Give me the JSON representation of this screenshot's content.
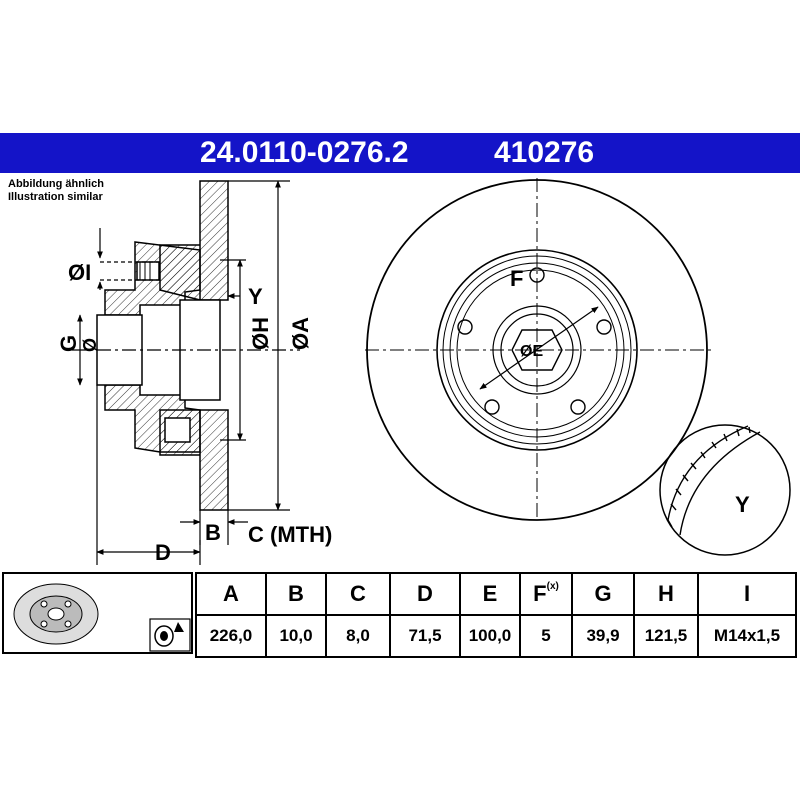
{
  "header": {
    "part_number": "24.0110-0276.2",
    "short_number": "410276"
  },
  "note": {
    "line1": "Abbildung ähnlich",
    "line2": "Illustration similar"
  },
  "labels": {
    "dim_i": "ØI",
    "dim_y": "Y",
    "dim_g": "G",
    "dim_g_sym": "Ø",
    "dim_h": "ØH",
    "dim_a": "ØA",
    "dim_b": "B",
    "dim_c": "C (MTH)",
    "dim_d": "D",
    "dim_f": "F",
    "dim_e": "ØE",
    "detail_y": "Y"
  },
  "colors": {
    "banner": "#1414c8",
    "line": "#000000"
  },
  "spec_table": {
    "headers": [
      "A",
      "B",
      "C",
      "D",
      "E",
      "F",
      "G",
      "H",
      "I"
    ],
    "f_suffix": "(x)",
    "values": [
      "226,0",
      "10,0",
      "8,0",
      "71,5",
      "100,0",
      "5",
      "39,9",
      "121,5",
      "M14x1,5"
    ]
  }
}
